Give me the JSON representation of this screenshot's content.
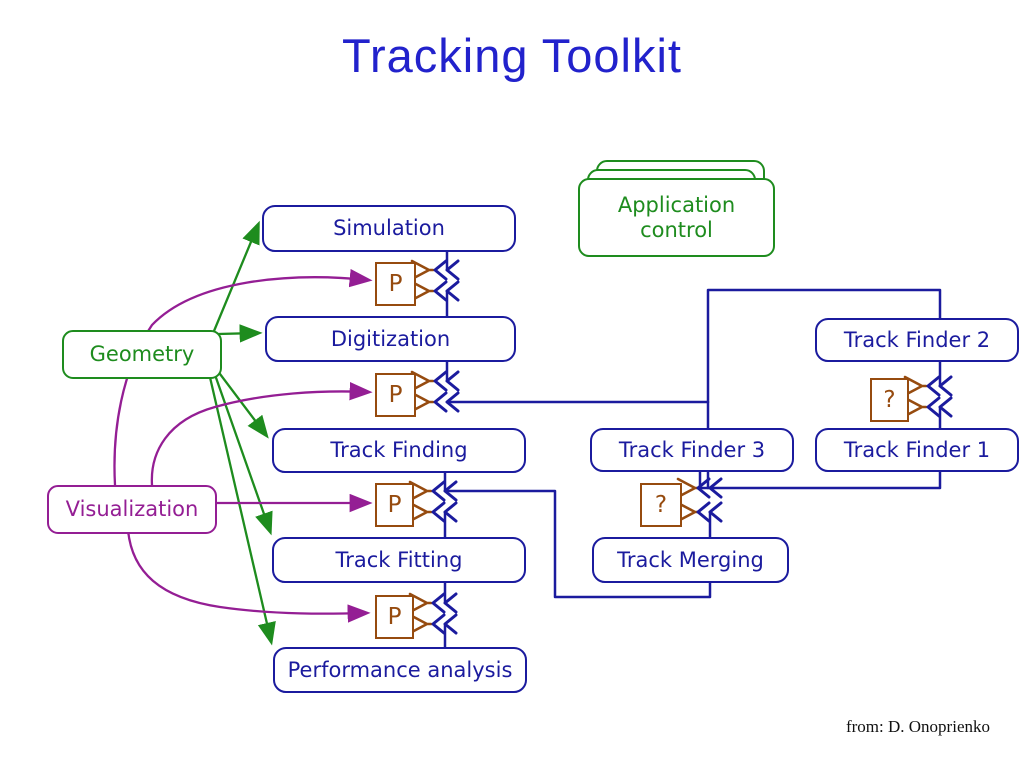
{
  "title": {
    "text": "Tracking Toolkit"
  },
  "footer": {
    "credit": "from: D. Onoprienko"
  },
  "colors": {
    "navy": "#1b1b9e",
    "green": "#1e8c1e",
    "purple": "#941e94",
    "brown": "#964b0f",
    "title_blue": "#2222cc",
    "ink": "#111111"
  },
  "diagram": {
    "nodes": {
      "simulation": {
        "label": "Simulation"
      },
      "digitization": {
        "label": "Digitization"
      },
      "track_finding": {
        "label": "Track Finding"
      },
      "track_fitting": {
        "label": "Track Fitting"
      },
      "performance": {
        "label": "Performance analysis"
      },
      "geometry": {
        "label": "Geometry"
      },
      "visualization": {
        "label": "Visualization"
      },
      "app_control": {
        "label": "Application control"
      },
      "track_finder_1": {
        "label": "Track Finder 1"
      },
      "track_finder_2": {
        "label": "Track Finder 2"
      },
      "track_finder_3": {
        "label": "Track Finder 3"
      },
      "track_merging": {
        "label": "Track Merging"
      }
    },
    "param_box_label": "P",
    "question_box_label": "?",
    "edges": [
      {
        "from": "geometry",
        "to": "simulation",
        "color": "green"
      },
      {
        "from": "geometry",
        "to": "digitization",
        "color": "green"
      },
      {
        "from": "geometry",
        "to": "track_finding",
        "color": "green"
      },
      {
        "from": "geometry",
        "to": "track_fitting",
        "color": "green"
      },
      {
        "from": "geometry",
        "to": "performance",
        "color": "green"
      },
      {
        "from": "visualization",
        "to": "simulation_P",
        "color": "purple"
      },
      {
        "from": "visualization",
        "to": "digitization_P",
        "color": "purple"
      },
      {
        "from": "visualization",
        "to": "track_finding_P",
        "color": "purple"
      },
      {
        "from": "visualization",
        "to": "track_fitting_P",
        "color": "purple"
      },
      {
        "from": "simulation",
        "to": "simulation_P",
        "color": "blue"
      },
      {
        "from": "digitization",
        "to": "simulation_P",
        "color": "blue"
      },
      {
        "from": "digitization",
        "to": "digitization_P",
        "color": "blue"
      },
      {
        "from": "finder_rail",
        "to": "digitization_P",
        "color": "blue"
      },
      {
        "from": "track_finding",
        "to": "track_finding_P",
        "color": "blue"
      },
      {
        "from": "track_finding",
        "to": "track_finder_3_Q",
        "color": "blue"
      },
      {
        "from": "track_fitting",
        "to": "track_finding_P",
        "color": "blue"
      },
      {
        "from": "track_fitting",
        "to": "track_fitting_P",
        "color": "blue"
      },
      {
        "from": "performance",
        "to": "track_fitting_P",
        "color": "blue"
      },
      {
        "from": "track_finder_2",
        "to": "track_finder_2_Q",
        "color": "blue"
      },
      {
        "from": "track_finder_1",
        "to": "track_finder_2_Q",
        "color": "blue"
      },
      {
        "from": "track_finder_1",
        "to": "track_finder_3_Q",
        "color": "blue"
      }
    ]
  }
}
